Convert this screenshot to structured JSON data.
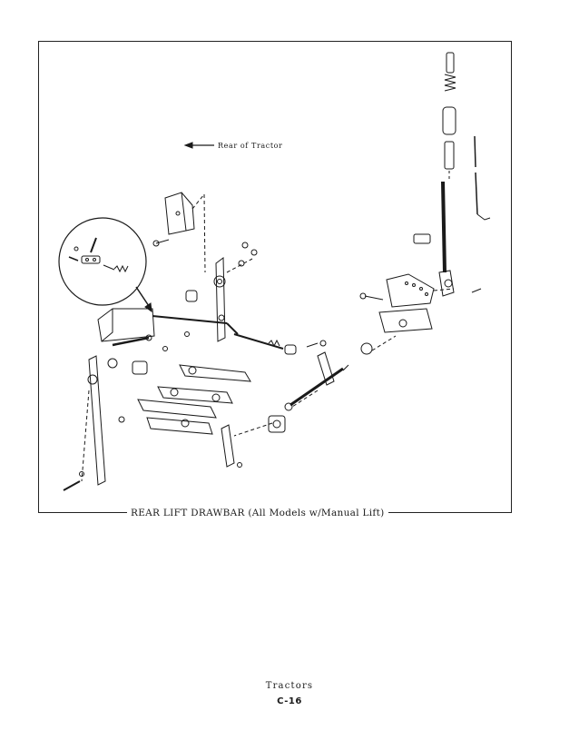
{
  "diagram": {
    "direction_label": "Rear of Tractor",
    "caption": "REAR LIFT DRAWBAR (All Models w/Manual Lift)"
  },
  "footer": {
    "section": "Tractors",
    "page_number": "C-16"
  },
  "colors": {
    "ink": "#1a1a1a",
    "paper": "#ffffff"
  }
}
